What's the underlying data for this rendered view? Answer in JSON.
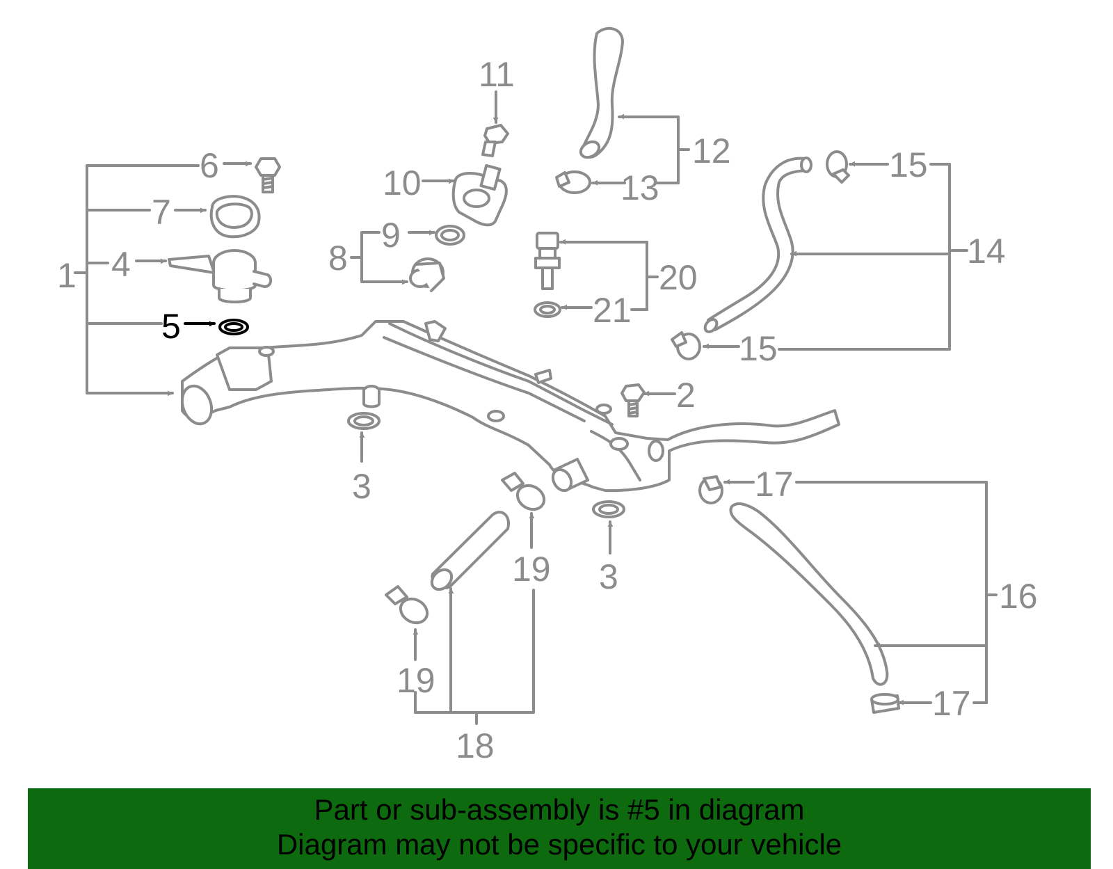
{
  "diagram": {
    "labels": {
      "n1": "1",
      "n2": "2",
      "n3a": "3",
      "n3b": "3",
      "n4": "4",
      "n5": "5",
      "n6": "6",
      "n7": "7",
      "n8": "8",
      "n9": "9",
      "n10": "10",
      "n11": "11",
      "n12": "12",
      "n13": "13",
      "n14": "14",
      "n15a": "15",
      "n15b": "15",
      "n16": "16",
      "n17a": "17",
      "n17b": "17",
      "n18": "18",
      "n19a": "19",
      "n19b": "19",
      "n20": "20",
      "n21": "21"
    },
    "highlight_part": "5",
    "highlight_color": "#000000",
    "line_color": "#8c8c8c"
  },
  "banner": {
    "line1": "Part or sub-assembly is #5 in diagram",
    "line2": "Diagram may not be specific to your vehicle",
    "background": "#0e6a0e"
  }
}
